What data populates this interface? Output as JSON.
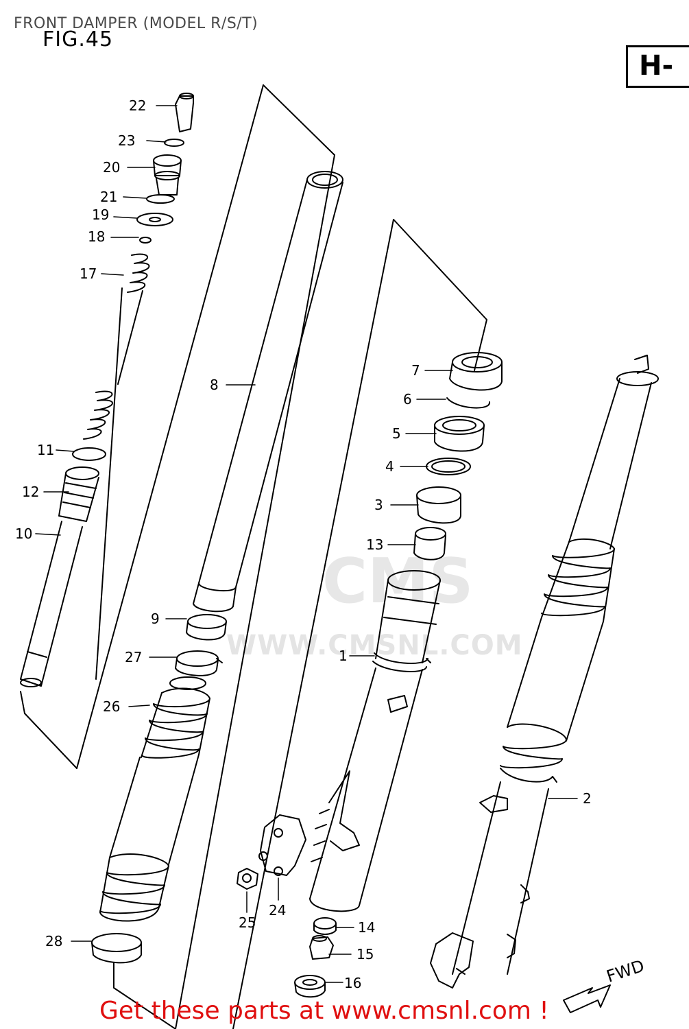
{
  "header": {
    "title": "FRONT DAMPER (MODEL R/S/T)"
  },
  "figure": {
    "label": "FIG.45",
    "section": "H-"
  },
  "callouts": [
    {
      "id": "22",
      "label": "22"
    },
    {
      "id": "23",
      "label": "23"
    },
    {
      "id": "20",
      "label": "20"
    },
    {
      "id": "21",
      "label": "21"
    },
    {
      "id": "19",
      "label": "19"
    },
    {
      "id": "18",
      "label": "18"
    },
    {
      "id": "17",
      "label": "17"
    },
    {
      "id": "11",
      "label": "11"
    },
    {
      "id": "12",
      "label": "12"
    },
    {
      "id": "10",
      "label": "10"
    },
    {
      "id": "8",
      "label": "8"
    },
    {
      "id": "9",
      "label": "9"
    },
    {
      "id": "27",
      "label": "27"
    },
    {
      "id": "26",
      "label": "26"
    },
    {
      "id": "28",
      "label": "28"
    },
    {
      "id": "25",
      "label": "25"
    },
    {
      "id": "24",
      "label": "24"
    },
    {
      "id": "7",
      "label": "7"
    },
    {
      "id": "6",
      "label": "6"
    },
    {
      "id": "5",
      "label": "5"
    },
    {
      "id": "4",
      "label": "4"
    },
    {
      "id": "3",
      "label": "3"
    },
    {
      "id": "13",
      "label": "13"
    },
    {
      "id": "1",
      "label": "1"
    },
    {
      "id": "14",
      "label": "14"
    },
    {
      "id": "15",
      "label": "15"
    },
    {
      "id": "16",
      "label": "16"
    },
    {
      "id": "2",
      "label": "2"
    }
  ],
  "direction_marker": {
    "label": "FWD"
  },
  "watermark": {
    "logo": "CMS",
    "url": "WWW.CMSNL.COM"
  },
  "footer": {
    "link_text": "Get these parts at www.cmsnl.com !"
  }
}
